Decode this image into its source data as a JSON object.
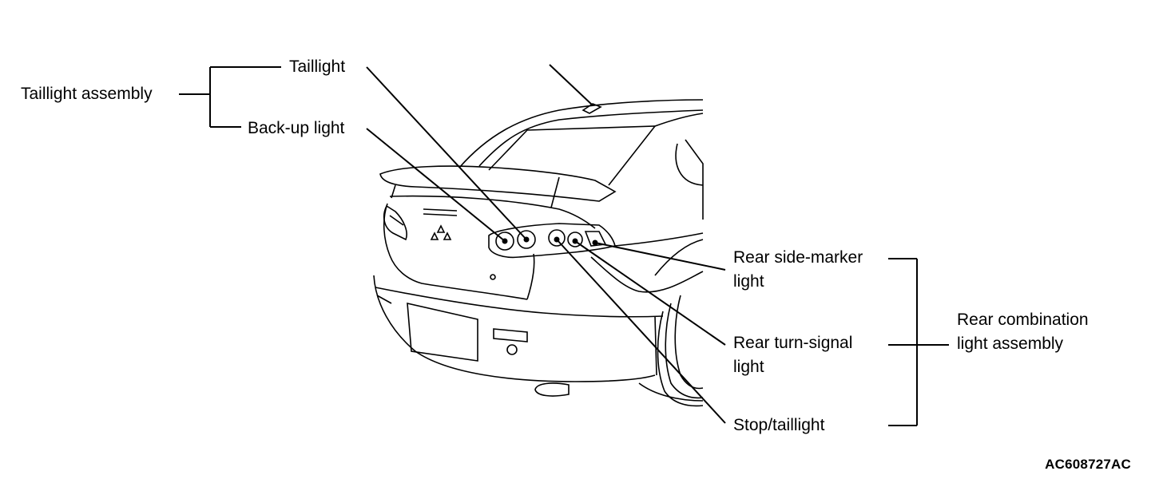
{
  "labels": {
    "taillight_assembly": "Taillight assembly",
    "taillight": "Taillight",
    "backup_light": "Back-up light",
    "rear_side_marker": "Rear side-marker light",
    "rear_turn_signal": "Rear turn-signal light",
    "stop_taillight": "Stop/taillight",
    "rear_combination": "Rear combination light assembly"
  },
  "figure_code": "AC608727AC"
}
